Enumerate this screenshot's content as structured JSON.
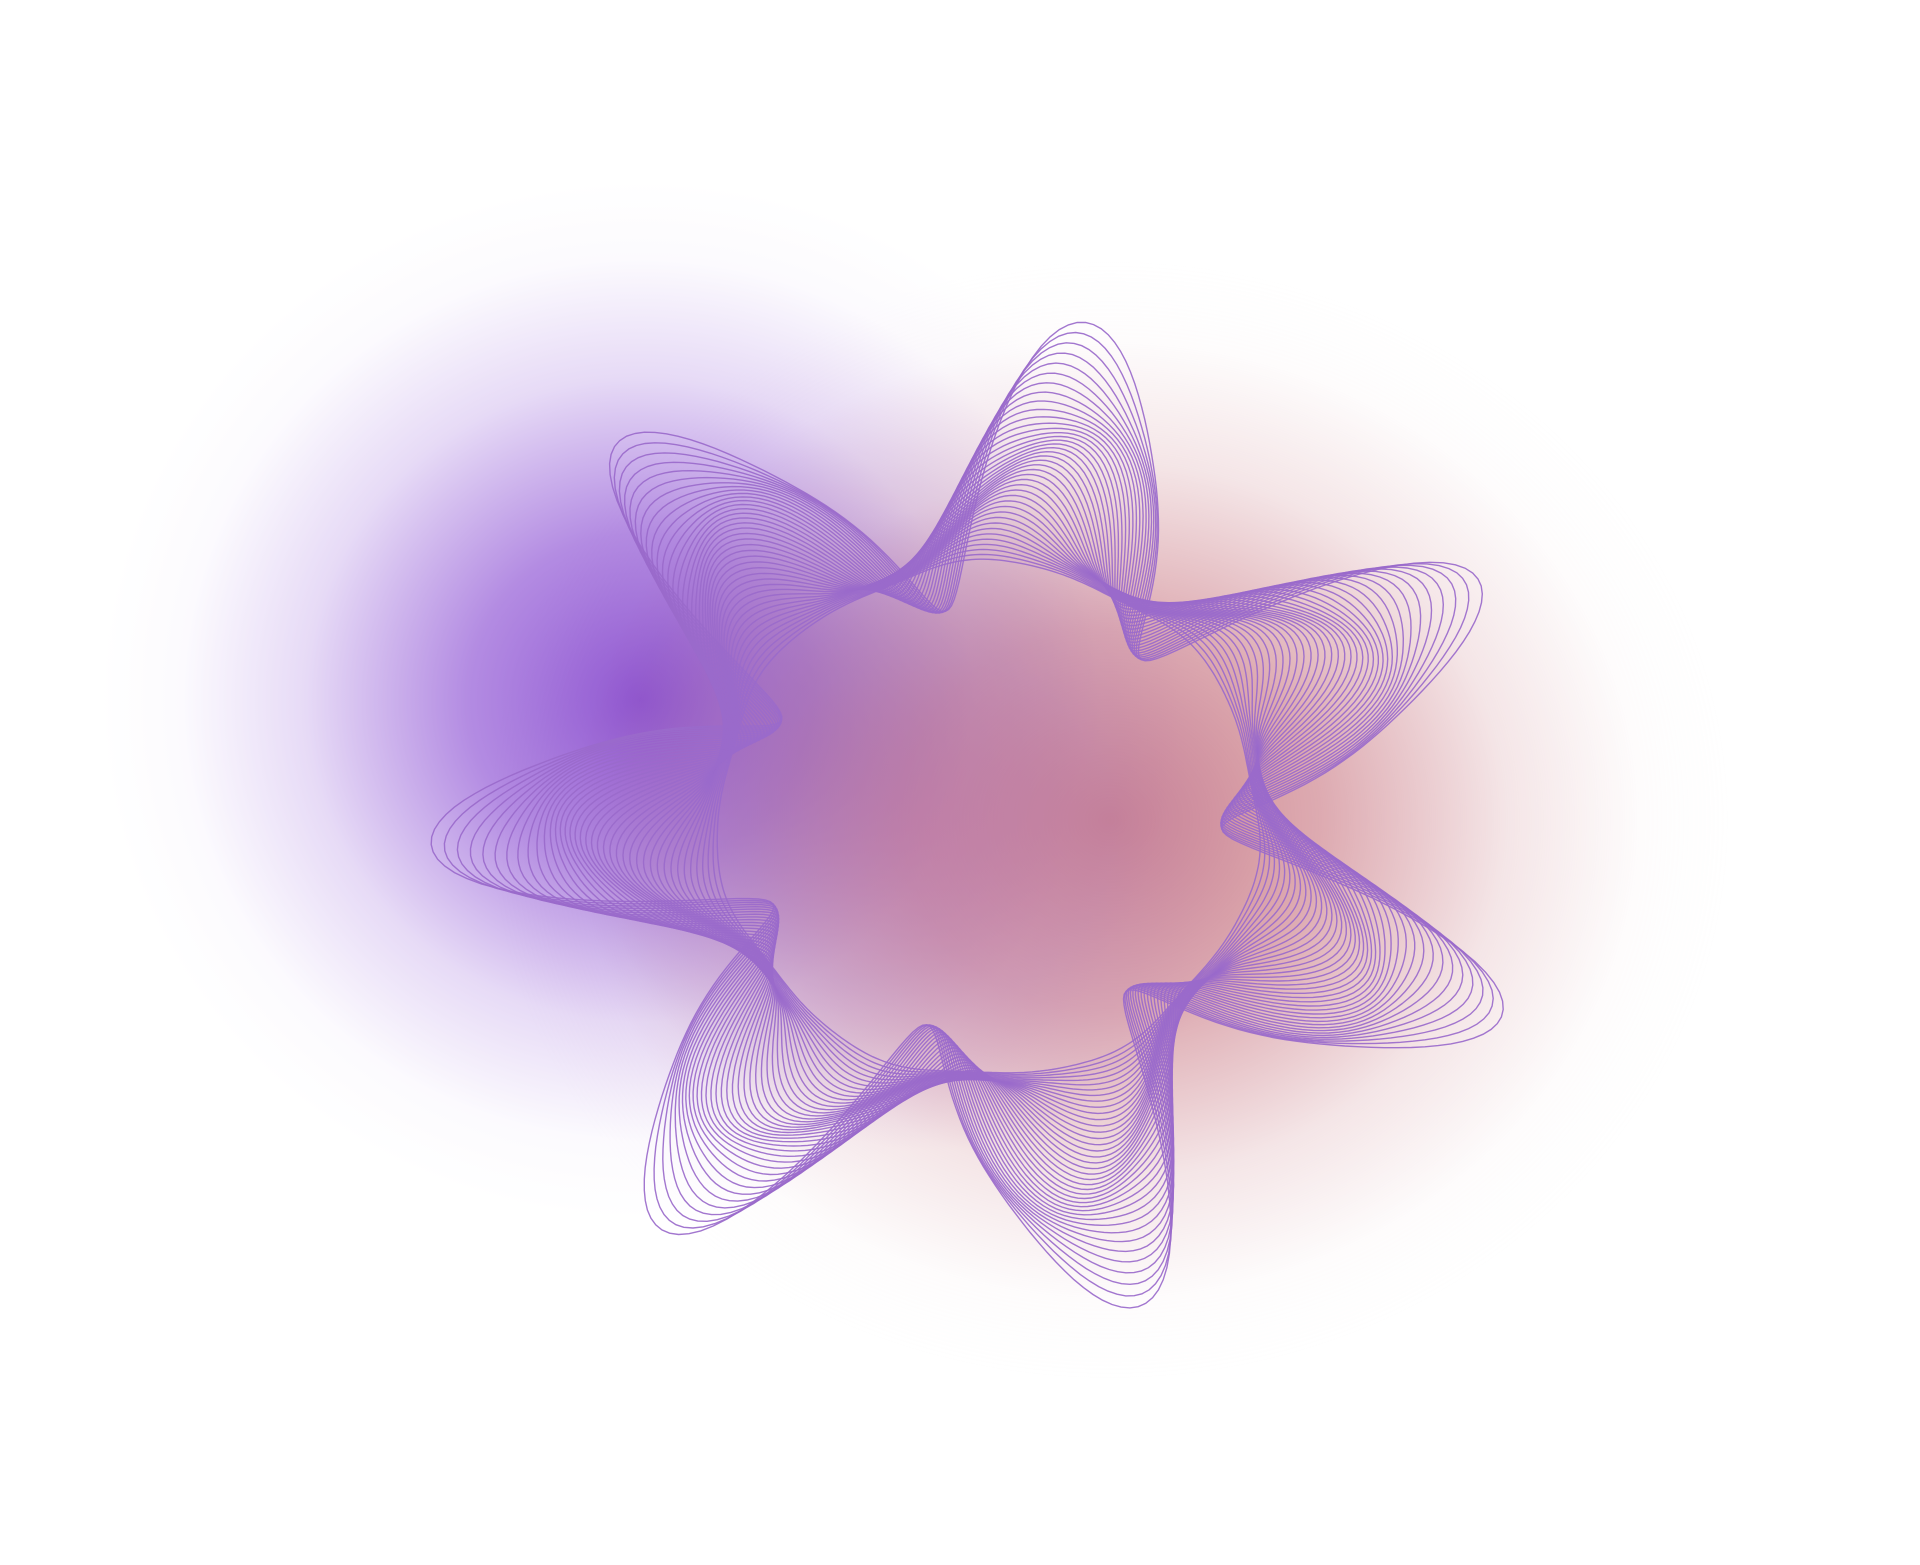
{
  "artwork": {
    "subject": "abstract-wavy-ring",
    "colors": {
      "background": "#ffffff",
      "glow_left": "#8c50d2",
      "glow_right": "#c87882",
      "line": "#9a6acb"
    },
    "line_count": 40,
    "lobes": 7
  }
}
